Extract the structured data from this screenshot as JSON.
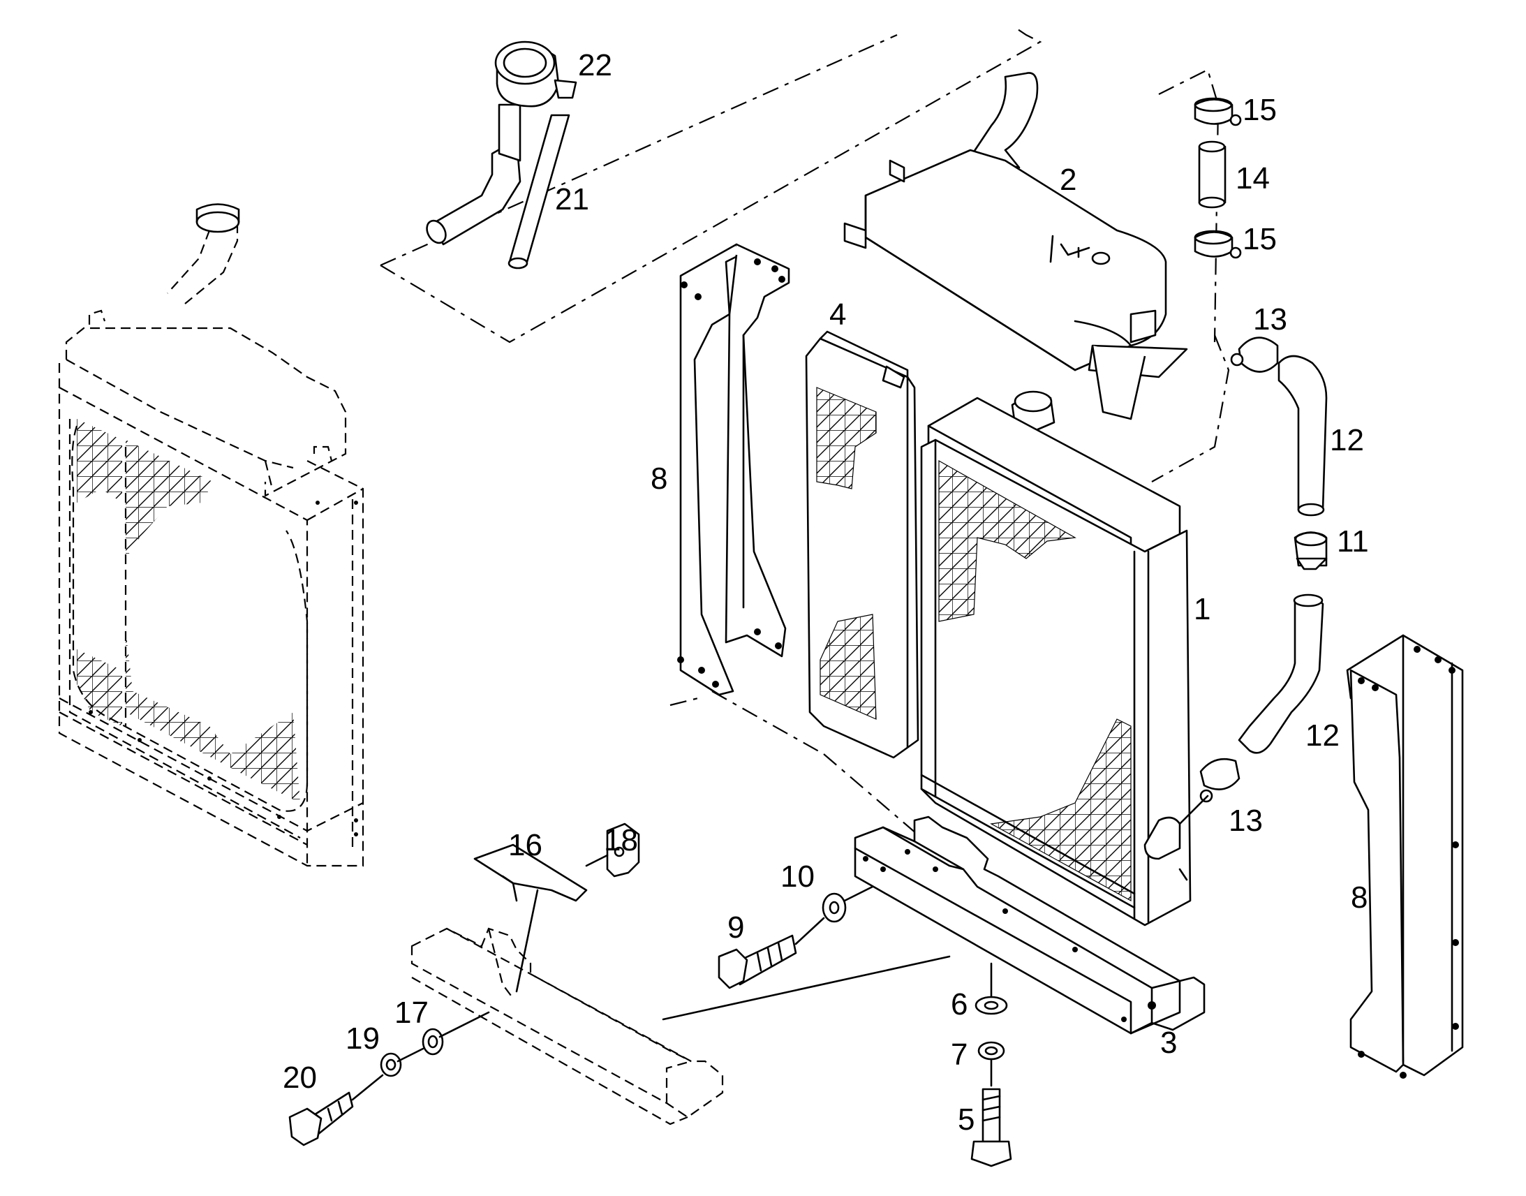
{
  "diagram": {
    "callouts": [
      "1",
      "2",
      "3",
      "4",
      "5",
      "6",
      "7",
      "8",
      "8",
      "9",
      "10",
      "11",
      "12",
      "12",
      "13",
      "13",
      "14",
      "15",
      "15",
      "16",
      "17",
      "18",
      "19",
      "20",
      "21",
      "22"
    ]
  }
}
